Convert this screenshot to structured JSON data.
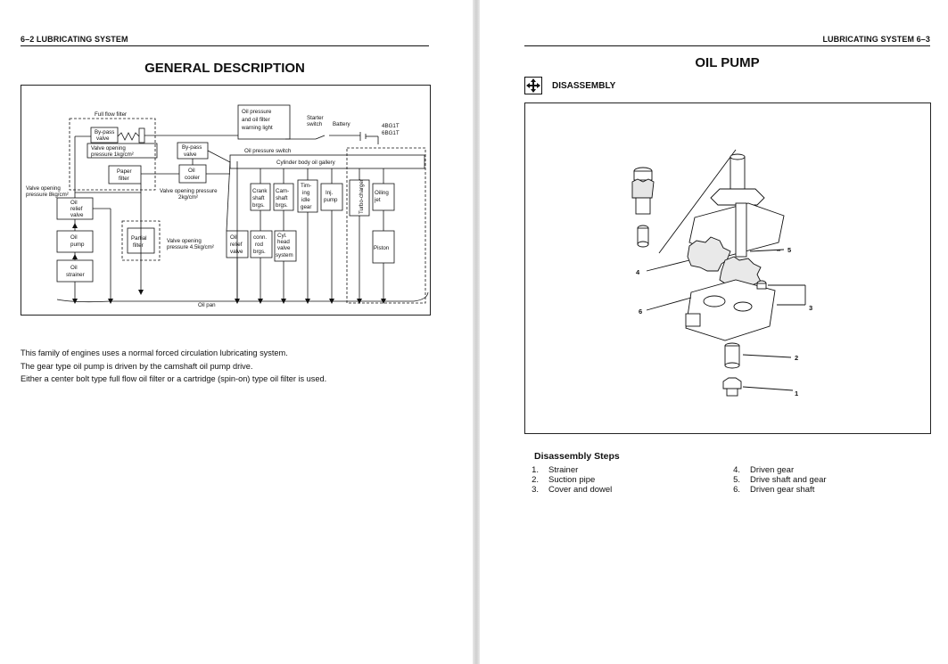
{
  "left_page": {
    "header": "6–2 LUBRICATING SYSTEM",
    "title": "GENERAL DESCRIPTION",
    "diagram": {
      "full_flow_filter": "Full flow filter",
      "bypass_valve_1": [
        "By-pass",
        "valve"
      ],
      "valve_opening_1": [
        "Valve opening",
        "pressure 1kg/cm²"
      ],
      "bypass_valve_2": [
        "By-pass",
        "valve"
      ],
      "oil_cooler": [
        "Oil",
        "cooler"
      ],
      "paper_filter": [
        "Paper",
        "filter"
      ],
      "oil_pressure_light": [
        "Oil pressure",
        "and  oil filter",
        "warning  light"
      ],
      "starter_switch": [
        "Starter",
        "switch"
      ],
      "battery": "Battery",
      "engine_4bg1t": "4BG1T",
      "engine_6bg1t": "6BG1T",
      "oil_pressure_switch": "Oil pressure switch",
      "gallery": "Cylinder body oil gallery",
      "valve_opening_8": [
        "Valve opening",
        "pressure 8kg/cm²"
      ],
      "valve_opening_2": [
        "Valve opening pressure",
        "2kg/cm²"
      ],
      "oil_relief_valve": [
        "Oil",
        "relief",
        "valve"
      ],
      "oil_pump": [
        "Oil",
        "pump"
      ],
      "oil_strainer": [
        "Oil",
        "strainer"
      ],
      "partial_filter": [
        "Partial",
        "filter"
      ],
      "valve_opening_45": [
        "Valve opening",
        "pressure 4.5kg/cm²"
      ],
      "crankshaft_brgs": [
        "Crank",
        "shaft",
        "brgs."
      ],
      "camshaft_brgs": [
        "Cam-",
        "shaft",
        "brgs."
      ],
      "timing_idle_gear": [
        "Tim-",
        "ing",
        "idle",
        "gear"
      ],
      "inj_pump": [
        "Inj.",
        "pump"
      ],
      "turbocharger": "Turbo-charger",
      "oiling_jet": [
        "Oiling",
        "jet"
      ],
      "oil_relief_valve_2": [
        "Oil",
        "relief",
        "valve"
      ],
      "conn_rod_brgs": [
        "conn.",
        "rod",
        "brgs."
      ],
      "cyl_head_valve": [
        "Cyl.",
        "head",
        "valve",
        "system"
      ],
      "piston": "Piston",
      "oil_pan": "Oil pan"
    },
    "paragraphs": [
      "This family of engines uses a normal forced circulation lubricating system.",
      "The gear type oil pump is driven by the camshaft oil pump drive.",
      "Either a center bolt type full flow oil filter or a cartridge (spin-on) type oil filter is used."
    ]
  },
  "right_page": {
    "header": "LUBRICATING SYSTEM  6–3",
    "title": "OIL PUMP",
    "section": "DISASSEMBLY",
    "callouts": [
      "1",
      "2",
      "3",
      "4",
      "5",
      "6"
    ],
    "steps_title": "Disassembly Steps",
    "steps": [
      {
        "n": "1.",
        "t": "Strainer"
      },
      {
        "n": "2.",
        "t": "Suction pipe"
      },
      {
        "n": "3.",
        "t": "Cover and dowel"
      },
      {
        "n": "4.",
        "t": "Driven gear"
      },
      {
        "n": "5.",
        "t": "Drive shaft and gear"
      },
      {
        "n": "6.",
        "t": "Driven gear shaft"
      }
    ]
  }
}
